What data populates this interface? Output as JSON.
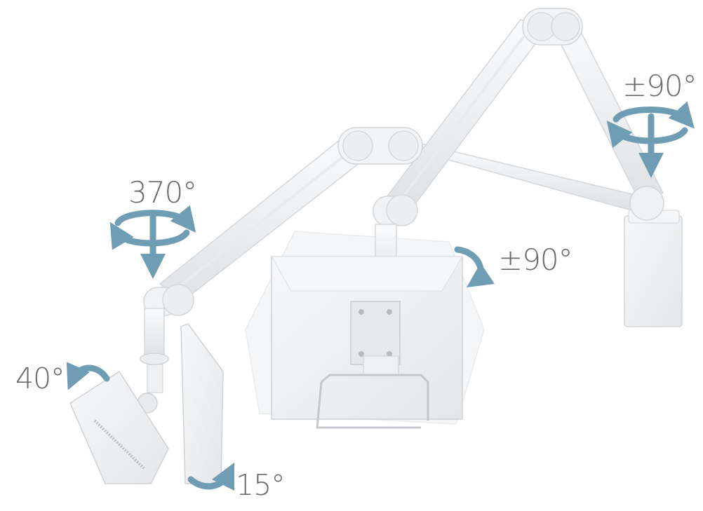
{
  "image": {
    "subject": "articulated-dual-monitor-arm",
    "background_color": "#ffffff",
    "arm_color": "#f1f2f3",
    "arrow_color": "#6f9db3",
    "label_color": "#6b6b6b"
  },
  "angles": {
    "base_swivel": "370°",
    "left_tilt": "40°",
    "left_rotate": "15°",
    "center_rotate": "±90°",
    "right_swivel": "±90°"
  }
}
